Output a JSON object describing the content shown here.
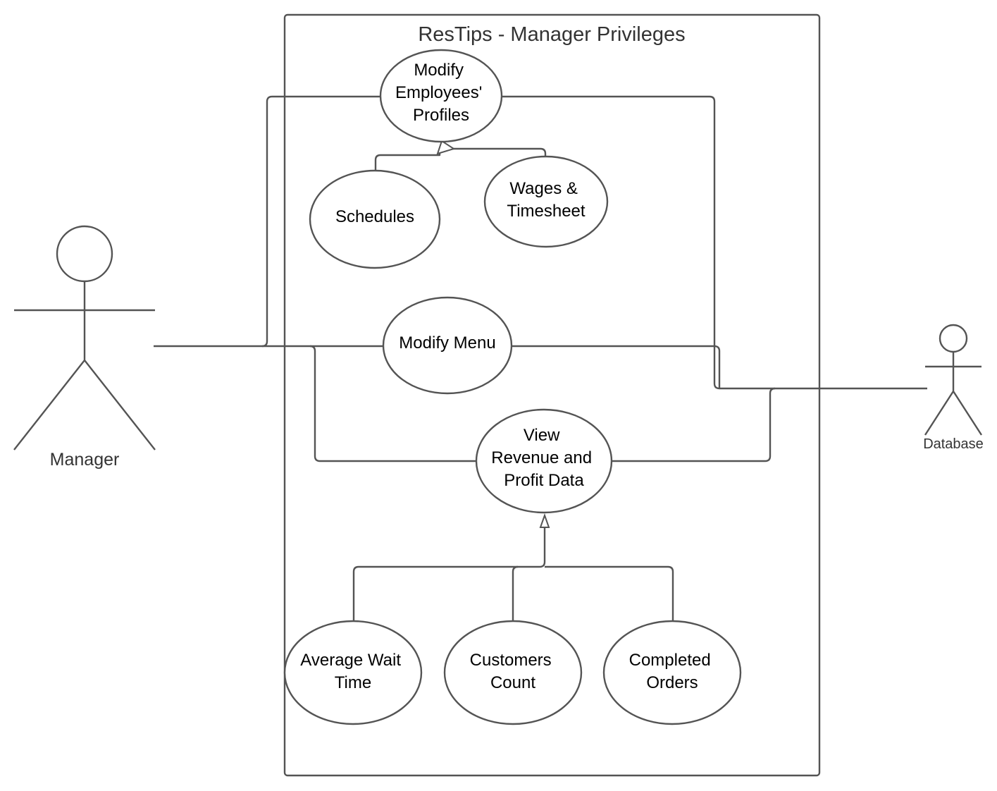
{
  "system": {
    "title": "ResTips - Manager Privileges"
  },
  "actors": {
    "manager": {
      "label": "Manager"
    },
    "database": {
      "label": "Database"
    }
  },
  "use_cases": {
    "modify_profiles": {
      "lines": [
        "Modify",
        "Employees'",
        "Profiles"
      ]
    },
    "schedules": {
      "lines": [
        "Schedules"
      ]
    },
    "wages": {
      "lines": [
        "Wages &",
        "Timesheet"
      ]
    },
    "modify_menu": {
      "lines": [
        "Modify Menu"
      ]
    },
    "view_revenue": {
      "lines": [
        "View",
        "Revenue and",
        "Profit Data"
      ]
    },
    "avg_wait": {
      "lines": [
        "Average Wait",
        "Time"
      ]
    },
    "customers_count": {
      "lines": [
        "Customers",
        "Count"
      ]
    },
    "completed_orders": {
      "lines": [
        "Completed",
        "Orders"
      ]
    }
  },
  "colors": {
    "stroke": "#545454",
    "text": "#000000",
    "title_text": "#333333",
    "background": "#ffffff"
  }
}
